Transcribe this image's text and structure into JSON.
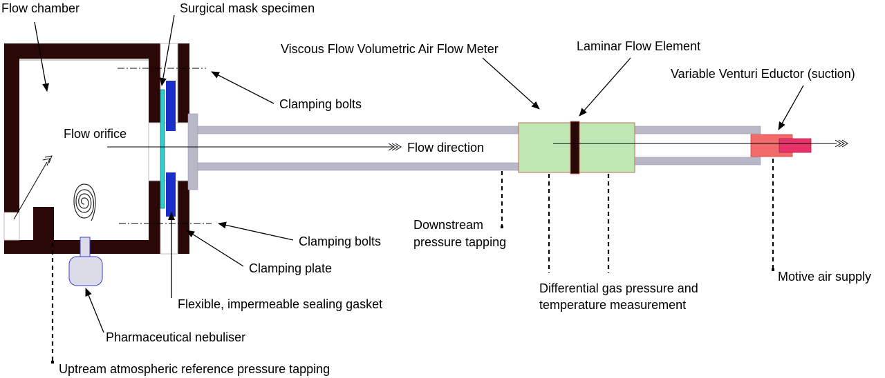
{
  "labels": {
    "flow_chamber": "Flow chamber",
    "surgical_mask": "Surgical mask specimen",
    "viscous_meter": "Viscous Flow Volumetric Air Flow Meter",
    "laminar_element": "Laminar Flow Element",
    "venturi_eductor": "Variable Venturi Eductor (suction)",
    "clamping_bolts_top": "Clamping bolts",
    "flow_orifice": "Flow orifice",
    "flow_direction": "Flow direction",
    "downstream_line1": "Downstream",
    "downstream_line2": "pressure tapping",
    "clamping_bolts_bottom": "Clamping bolts",
    "clamping_plate": "Clamping plate",
    "diff_pressure_line1": "Differential gas pressure and",
    "diff_pressure_line2": "temperature measurement",
    "motive_air": "Motive air supply",
    "gasket": "Flexible, impermeable sealing gasket",
    "nebuliser": "Pharmaceutical nebuliser",
    "upstream_tapping": "Uptream atmospheric reference pressure tapping"
  },
  "colors": {
    "chamber_wall": "#2a0808",
    "pipe": "#b8b8c8",
    "pipe_edge": "#9a9ab0",
    "mask_cyan": "#33cccc",
    "gasket_blue": "#1a2ec8",
    "meter_fill": "#bde8b4",
    "meter_edge": "#c46a5a",
    "lfe": "#2a0808",
    "eductor_outer": "#f26a6a",
    "eductor_inner": "#e8336a",
    "nebuliser_fill": "#dcdce8",
    "nebuliser_edge": "#3a3ad8"
  }
}
